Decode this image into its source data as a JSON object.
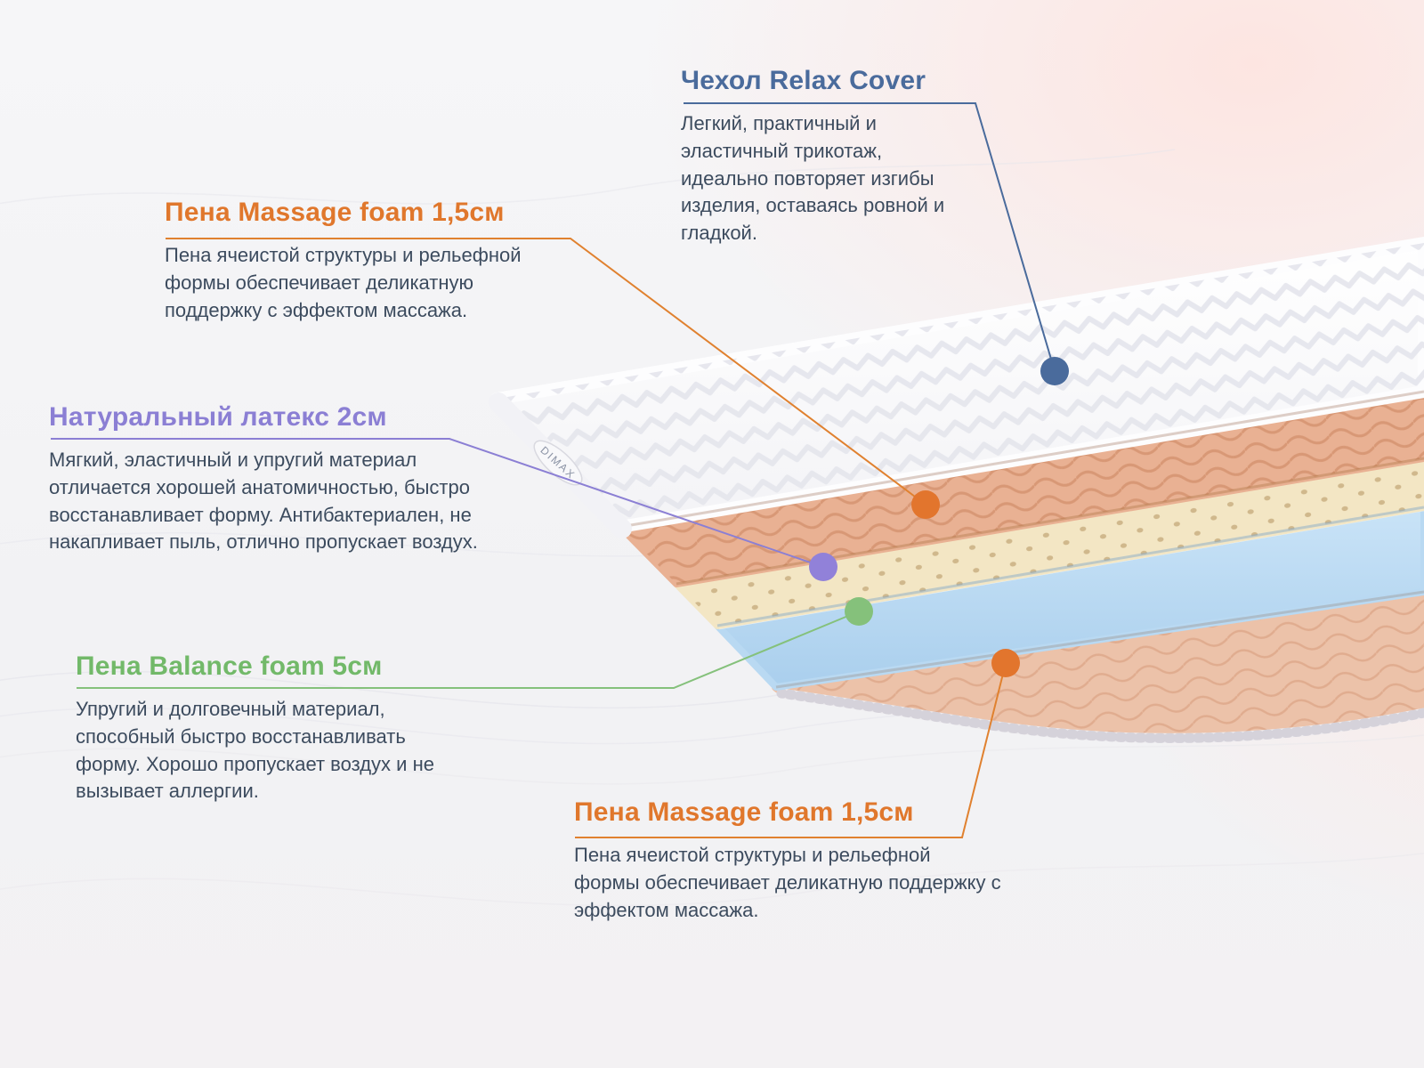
{
  "brand": {
    "logo": "DIMAX"
  },
  "mattress": {
    "layers": [
      {
        "name": "Чехол Relax Cover",
        "color": "#fdfdfe"
      },
      {
        "name": "Пена Massage foam 1,5см",
        "color": "#e9b193"
      },
      {
        "name": "Натуральный латекс 2см",
        "color": "#f3e6c4"
      },
      {
        "name": "Пена Balance foam 5см",
        "color": "#b9d9f2"
      },
      {
        "name": "Пена Massage foam 1,5см",
        "color": "#ecc2a9"
      }
    ]
  },
  "callouts": [
    {
      "id": "cover",
      "title": "Чехол Relax Cover",
      "body": "Легкий, практичный и эластичный трикотаж, идеально повторяет изгибы изделия, оставаясь ровной и гладкой.",
      "accent": "#4a6b9c"
    },
    {
      "id": "massage-top",
      "title": "Пена Massage foam 1,5см",
      "body": "Пена ячеистой структуры и рельефной формы обеспечивает деликатную поддержку с эффектом массажа.",
      "accent": "#e0772c"
    },
    {
      "id": "latex",
      "title": "Натуральный латекс 2см",
      "body": "Мягкий, эластичный и упругий материал отличается хорошей анатомичностью, быстро восстанавливает форму. Антибактериален, не накапливает пыль, отлично пропускает воздух.",
      "accent": "#8b7fd4"
    },
    {
      "id": "balance",
      "title": "Пена Balance foam 5см",
      "body": "Упругий и долговечный материал, способный быстро восстанавливать форму. Хорошо пропускает воздух и не вызывает аллергии.",
      "accent": "#72b969"
    },
    {
      "id": "massage-bottom",
      "title": "Пена Massage foam 1,5см",
      "body": "Пена ячеистой структуры и рельефной формы обеспечивает деликатную поддержку с эффектом массажа.",
      "accent": "#e0772c"
    }
  ]
}
